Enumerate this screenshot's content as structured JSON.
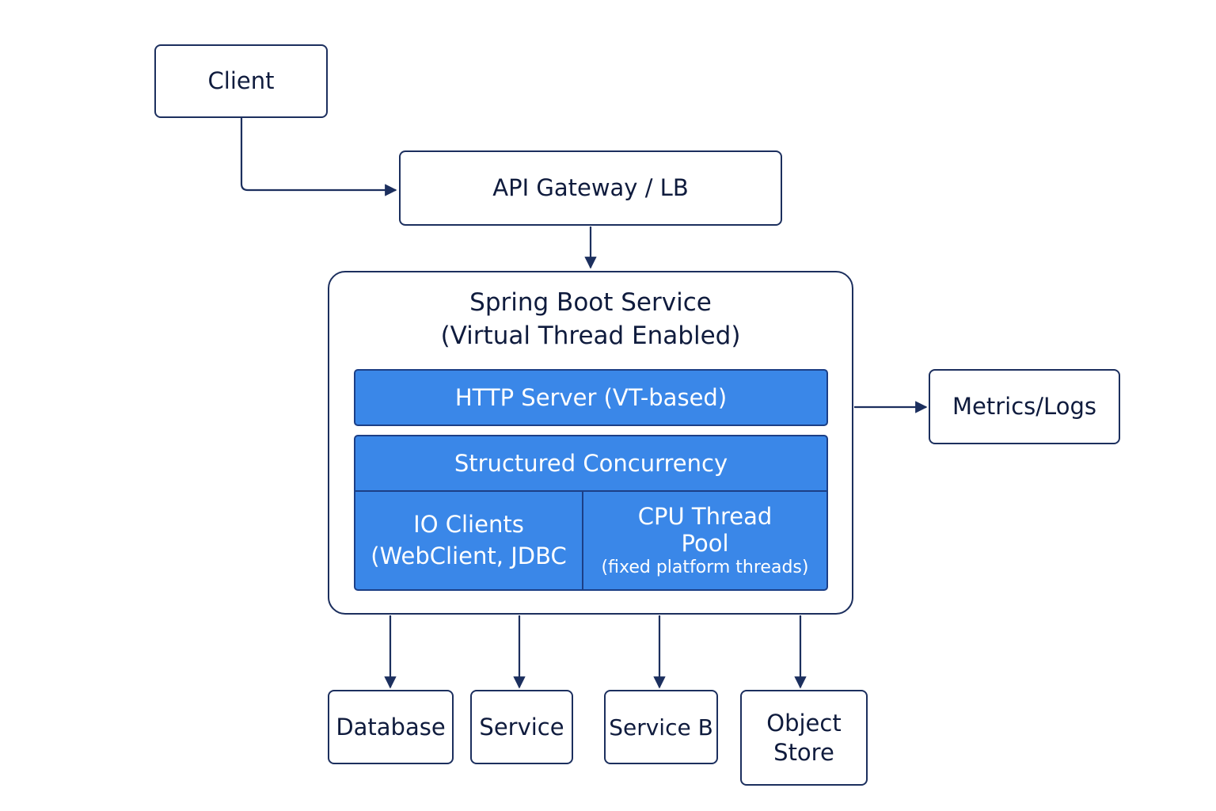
{
  "nodes": {
    "client": "Client",
    "gateway": "API Gateway / LB",
    "spring_title": "Spring Boot Service",
    "spring_subtitle": "(Virtual Thread Enabled)",
    "http_server": "HTTP Server (VT-based)",
    "structured_concurrency": "Structured Concurrency",
    "io_clients_line1": "IO Clients",
    "io_clients_line2": "(WebClient, JDBC",
    "cpu_pool_line1": "CPU Thread",
    "cpu_pool_line2": "Pool",
    "cpu_pool_line3": "(fixed platform threads)",
    "metrics": "Metrics/Logs",
    "database": "Database",
    "service": "Service",
    "service_b": "Service B",
    "object_store_line1": "Object",
    "object_store_line2": "Store"
  },
  "colors": {
    "stroke": "#1c2f5e",
    "block_fill": "#3a87e8",
    "block_text": "#ffffff"
  }
}
